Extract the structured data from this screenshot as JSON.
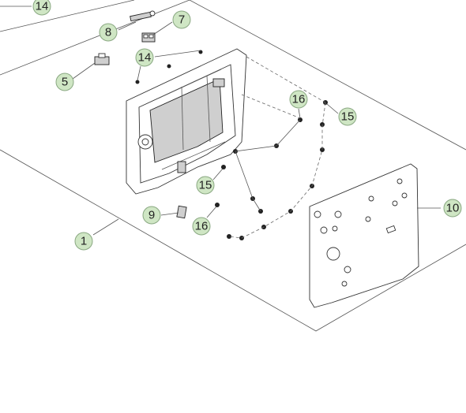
{
  "diagram": {
    "callouts": [
      {
        "id": "c14a",
        "label": "14"
      },
      {
        "id": "c8",
        "label": "8"
      },
      {
        "id": "c7",
        "label": "7"
      },
      {
        "id": "c14b",
        "label": "14"
      },
      {
        "id": "c5",
        "label": "5"
      },
      {
        "id": "c16a",
        "label": "16"
      },
      {
        "id": "c15a",
        "label": "15"
      },
      {
        "id": "c15b",
        "label": "15"
      },
      {
        "id": "c10",
        "label": "10"
      },
      {
        "id": "c9",
        "label": "9"
      },
      {
        "id": "c16b",
        "label": "16"
      },
      {
        "id": "c1",
        "label": "1"
      }
    ]
  }
}
